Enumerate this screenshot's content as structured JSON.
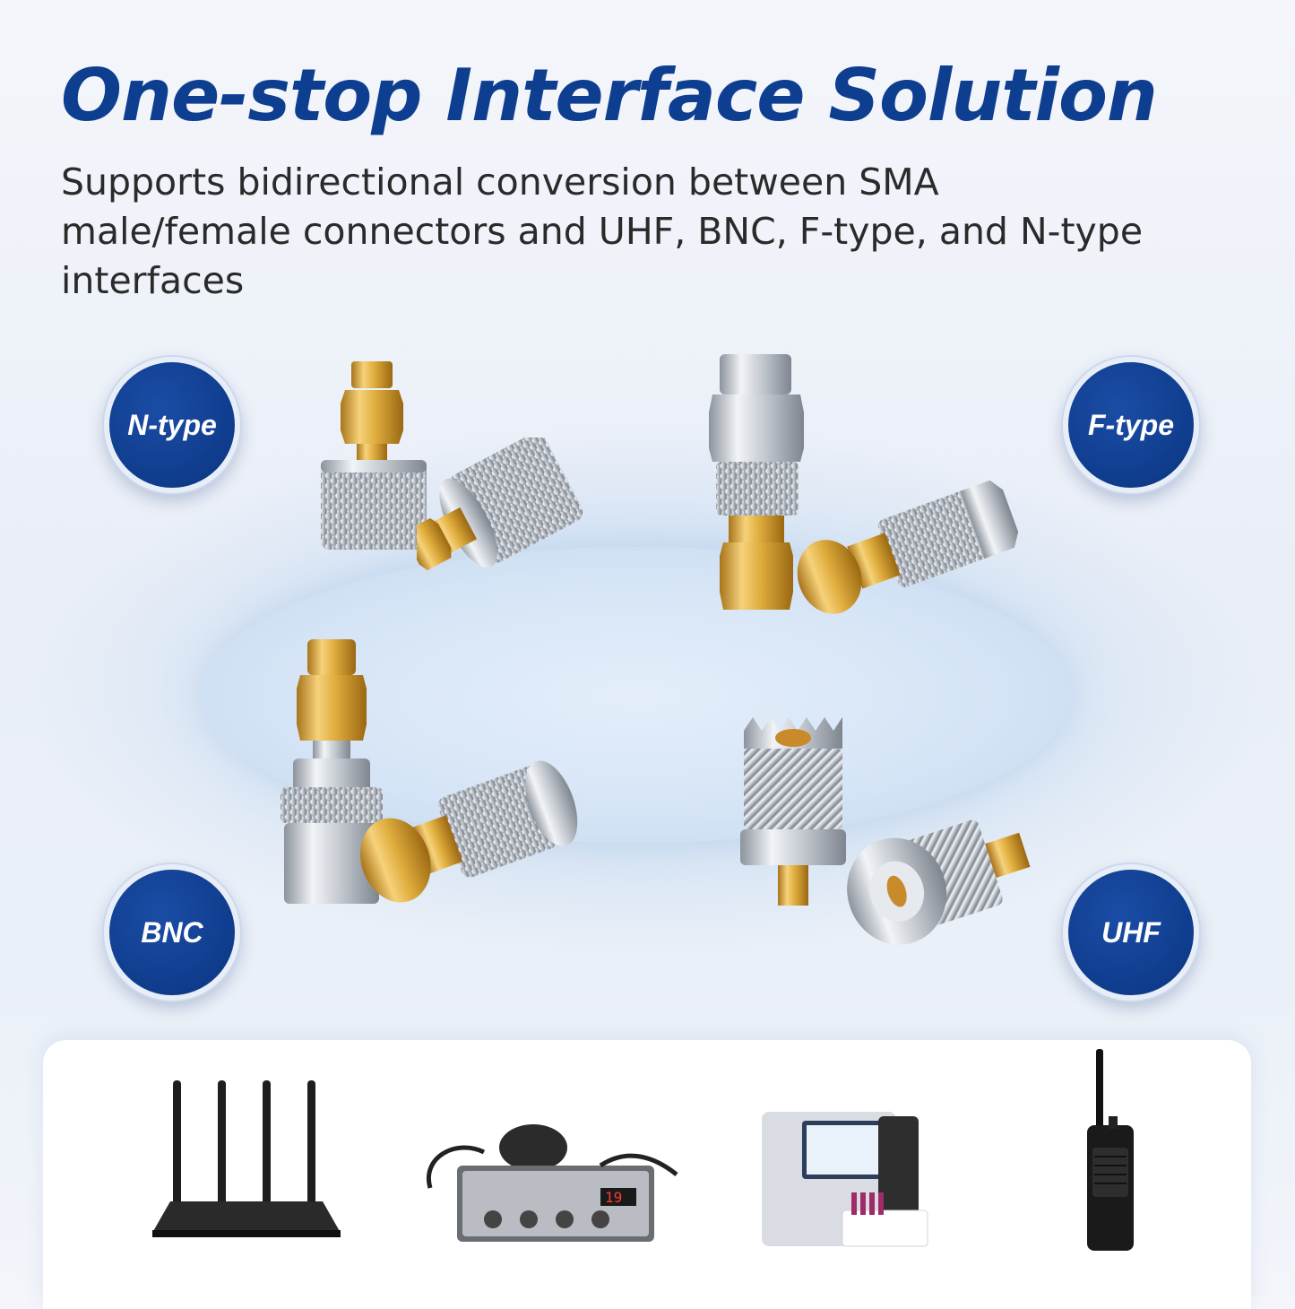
{
  "header": {
    "title": "One-stop Interface Solution",
    "subtitle": "Supports bidirectional conversion between SMA male/female connectors and UHF, BNC, F-type, and N-type interfaces"
  },
  "badges": {
    "n_type": "N-type",
    "f_type": "F-type",
    "bnc": "BNC",
    "uhf": "UHF"
  },
  "colors": {
    "title_blue": "#0d3e8f",
    "badge_blue": "#0f3c8c",
    "gold": "#d8a634",
    "silver": "#c7ccd3"
  },
  "devices": [
    {
      "icon": "wifi-router-icon"
    },
    {
      "icon": "cb-radio-icon"
    },
    {
      "icon": "analyzer-machine-icon"
    },
    {
      "icon": "walkie-talkie-icon"
    }
  ]
}
